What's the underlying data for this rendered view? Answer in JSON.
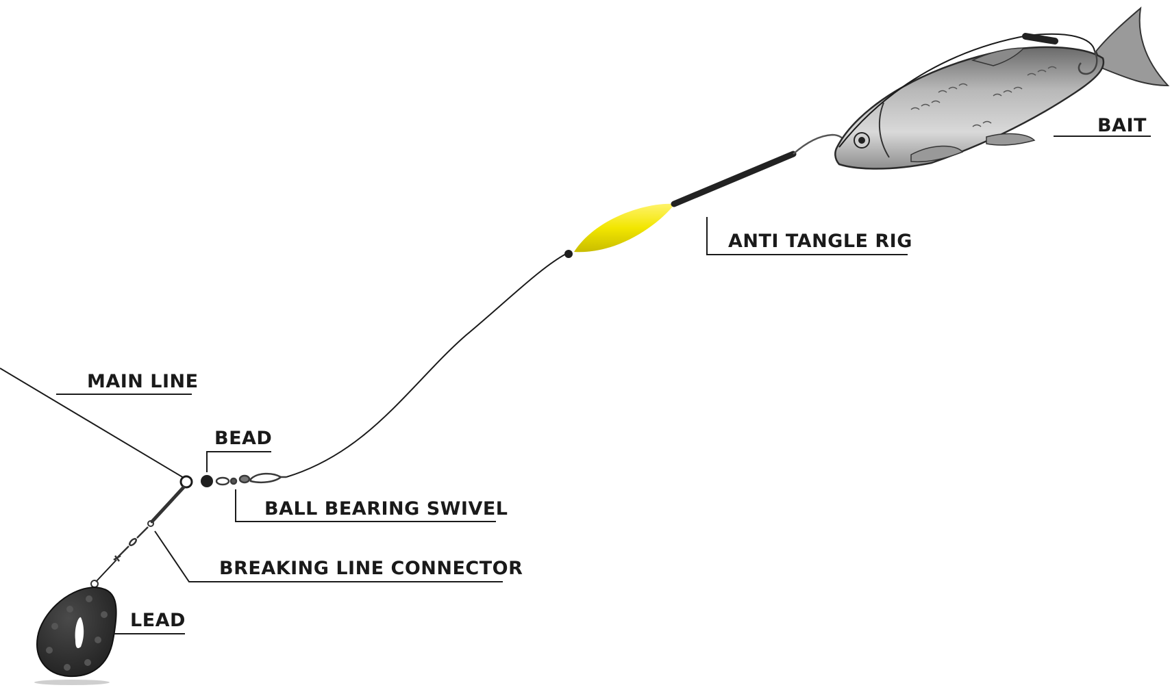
{
  "diagram": {
    "labels": {
      "bait": "BAIT",
      "anti_tangle_rig": "ANTI TANGLE RIG",
      "main_line": "MAIN LINE",
      "bead": "BEAD",
      "ball_bearing_swivel": "BALL BEARING SWIVEL",
      "breaking_line_connector": "BREAKING LINE CONNECTOR",
      "lead": "LEAD"
    },
    "colors": {
      "line": "#1a1a1a",
      "float": "#f2e600",
      "fish_body": "#a9a9a9",
      "fish_dark": "#6e6e6e",
      "lead": "#2b2b2b",
      "tubing": "#222222"
    },
    "icons": [
      "fish-bait-icon",
      "hook-icon",
      "float-icon",
      "bead-icon",
      "swivel-icon",
      "lead-weight-icon"
    ]
  }
}
